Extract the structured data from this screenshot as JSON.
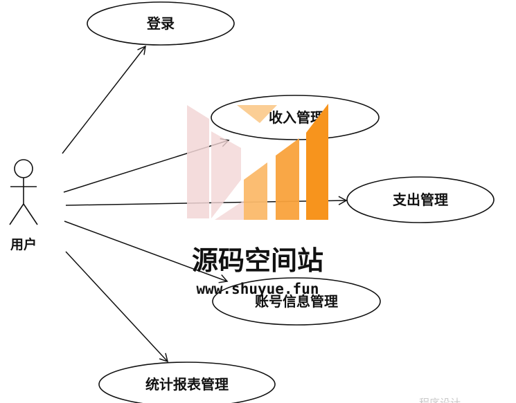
{
  "actor": {
    "label": "用户"
  },
  "use_cases": [
    {
      "id": "login",
      "label": "登录"
    },
    {
      "id": "income",
      "label": "收入管理"
    },
    {
      "id": "expense",
      "label": "支出管理"
    },
    {
      "id": "account",
      "label": "账号信息管理"
    },
    {
      "id": "report",
      "label": "统计报表管理"
    }
  ],
  "watermark": {
    "title": "源码空间站",
    "url": "www.shuyue.fun",
    "colors": {
      "orange": "#f7941d",
      "orange_light": "#fbb96a",
      "pink": "#f2d6d6"
    }
  },
  "corner_text": "程序设计"
}
